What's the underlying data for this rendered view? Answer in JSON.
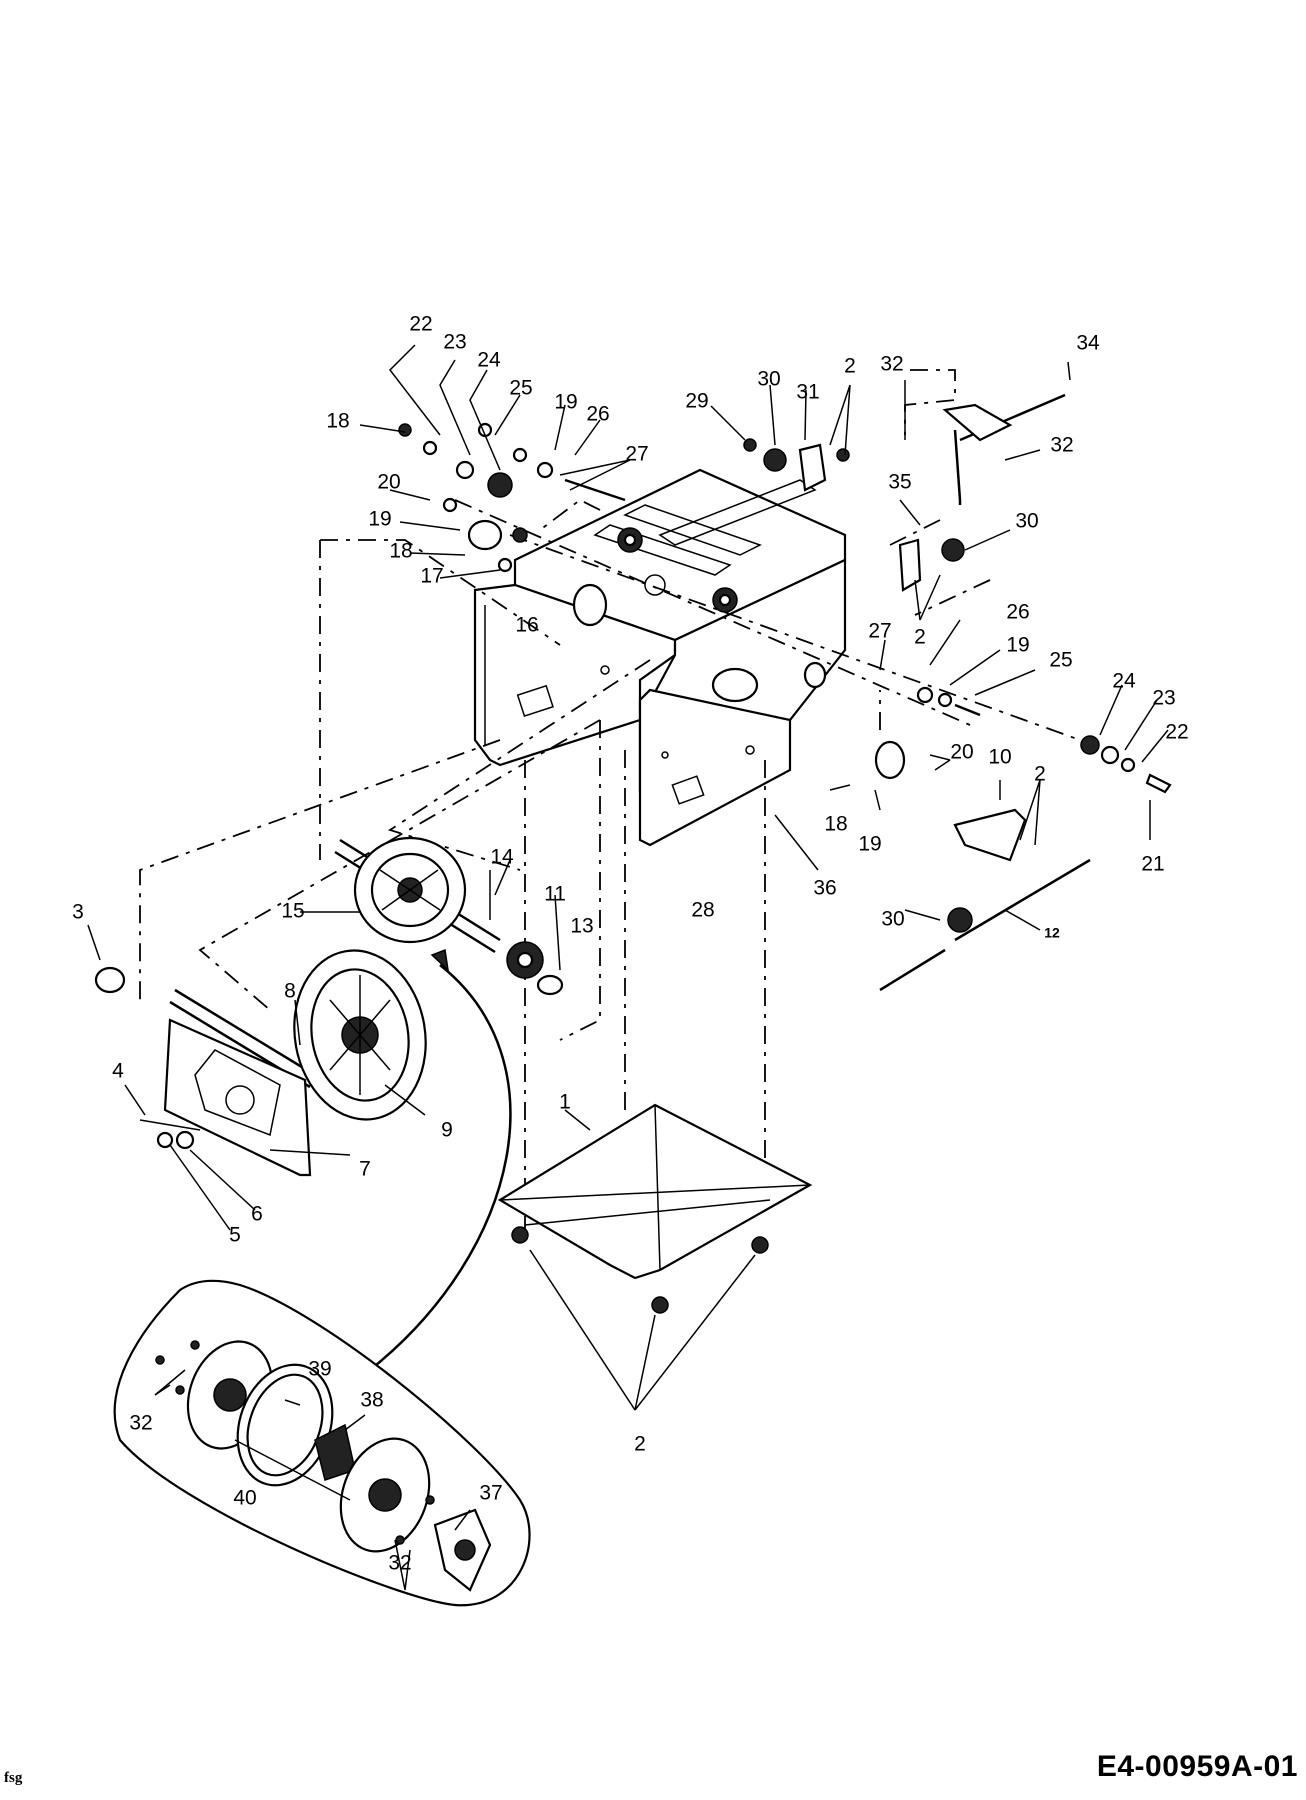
{
  "footer": {
    "author_mark": "fsg",
    "drawing_number": "E4-00959A-01"
  },
  "callouts": [
    {
      "id": "c1",
      "label": "1"
    },
    {
      "id": "c2a",
      "label": "2"
    },
    {
      "id": "c2b",
      "label": "2"
    },
    {
      "id": "c2c",
      "label": "2"
    },
    {
      "id": "c2d",
      "label": "2"
    },
    {
      "id": "c3",
      "label": "3"
    },
    {
      "id": "c4",
      "label": "4"
    },
    {
      "id": "c5",
      "label": "5"
    },
    {
      "id": "c6",
      "label": "6"
    },
    {
      "id": "c7",
      "label": "7"
    },
    {
      "id": "c8",
      "label": "8"
    },
    {
      "id": "c9",
      "label": "9"
    },
    {
      "id": "c10",
      "label": "10"
    },
    {
      "id": "c11",
      "label": "11"
    },
    {
      "id": "c12",
      "label": "12"
    },
    {
      "id": "c13",
      "label": "13"
    },
    {
      "id": "c14",
      "label": "14"
    },
    {
      "id": "c15",
      "label": "15"
    },
    {
      "id": "c16",
      "label": "16"
    },
    {
      "id": "c17",
      "label": "17"
    },
    {
      "id": "c18a",
      "label": "18"
    },
    {
      "id": "c18b",
      "label": "18"
    },
    {
      "id": "c18c",
      "label": "18"
    },
    {
      "id": "c19a",
      "label": "19"
    },
    {
      "id": "c19b",
      "label": "19"
    },
    {
      "id": "c19c",
      "label": "19"
    },
    {
      "id": "c19d",
      "label": "19"
    },
    {
      "id": "c20a",
      "label": "20"
    },
    {
      "id": "c20b",
      "label": "20"
    },
    {
      "id": "c21",
      "label": "21"
    },
    {
      "id": "c22a",
      "label": "22"
    },
    {
      "id": "c22b",
      "label": "22"
    },
    {
      "id": "c23a",
      "label": "23"
    },
    {
      "id": "c23b",
      "label": "23"
    },
    {
      "id": "c24a",
      "label": "24"
    },
    {
      "id": "c24b",
      "label": "24"
    },
    {
      "id": "c25a",
      "label": "25"
    },
    {
      "id": "c25b",
      "label": "25"
    },
    {
      "id": "c26a",
      "label": "26"
    },
    {
      "id": "c26b",
      "label": "26"
    },
    {
      "id": "c27a",
      "label": "27"
    },
    {
      "id": "c27b",
      "label": "27"
    },
    {
      "id": "c28",
      "label": "28"
    },
    {
      "id": "c29",
      "label": "29"
    },
    {
      "id": "c30a",
      "label": "30"
    },
    {
      "id": "c30b",
      "label": "30"
    },
    {
      "id": "c30c",
      "label": "30"
    },
    {
      "id": "c31",
      "label": "31"
    },
    {
      "id": "c32a",
      "label": "32"
    },
    {
      "id": "c32b",
      "label": "32"
    },
    {
      "id": "c32c",
      "label": "32"
    },
    {
      "id": "c32d",
      "label": "32"
    },
    {
      "id": "c34",
      "label": "34"
    },
    {
      "id": "c35",
      "label": "35"
    },
    {
      "id": "c36",
      "label": "36"
    },
    {
      "id": "c37",
      "label": "37"
    },
    {
      "id": "c38",
      "label": "38"
    },
    {
      "id": "c39",
      "label": "39"
    },
    {
      "id": "c40",
      "label": "40"
    }
  ]
}
